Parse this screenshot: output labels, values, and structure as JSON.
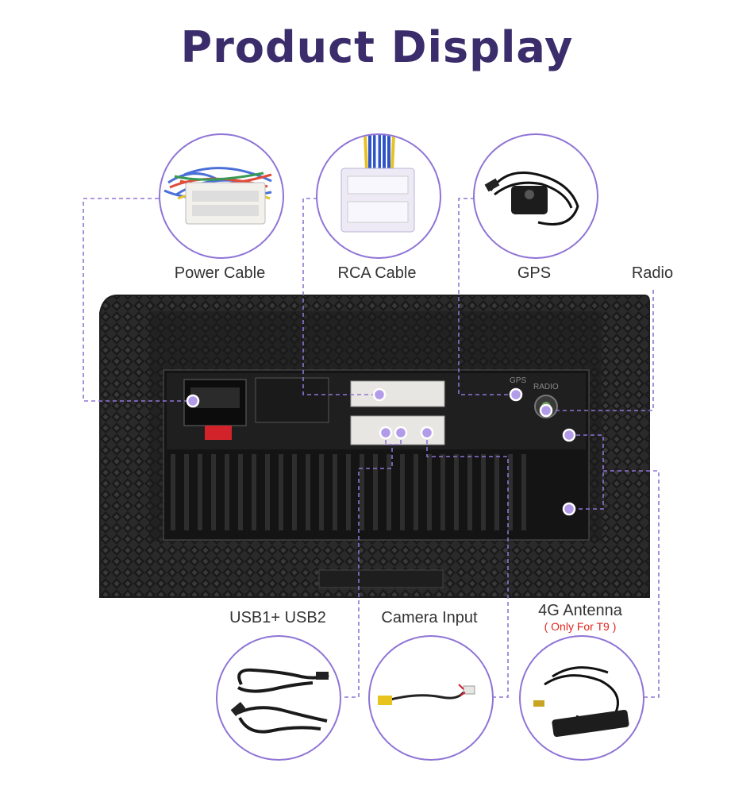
{
  "title": "Product Display",
  "labels": {
    "power_cable": "Power Cable",
    "rca_cable": "RCA Cable",
    "gps": "GPS",
    "radio": "Radio",
    "usb": "USB1+ USB2",
    "camera_input": "Camera Input",
    "antenna_4g": "4G Antenna",
    "antenna_note": "( Only For T9 )"
  },
  "panel_text": {
    "gps": "GPS",
    "radio": "RADIO"
  },
  "colors": {
    "title": "#3b2d6b",
    "accent": "#8f74d6",
    "note": "#e0261c"
  }
}
